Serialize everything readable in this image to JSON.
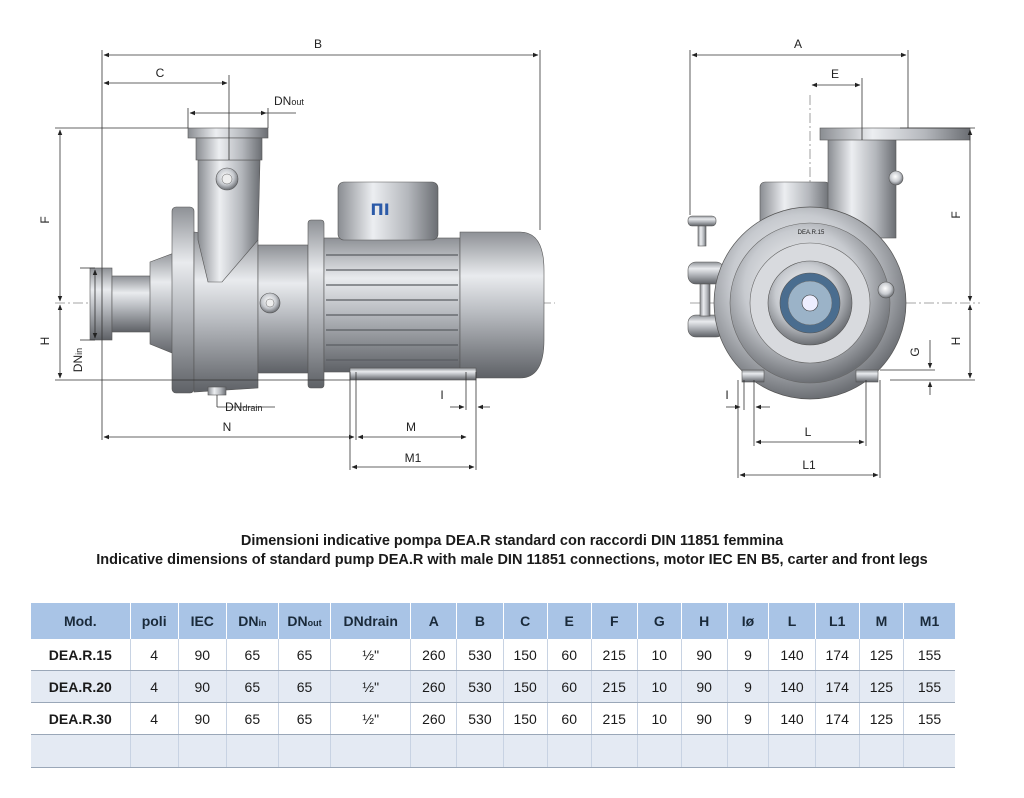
{
  "drawing": {
    "side_view_labels": {
      "B": "B",
      "C": "C",
      "DNout": "DN",
      "DNout_sub": "out",
      "F": "F",
      "H": "H",
      "DNin": "DN",
      "DNin_sub": "in",
      "DNdrain": "DN",
      "DNdrain_sub": "drain",
      "N": "N",
      "M": "M",
      "M1": "M1",
      "I": "I"
    },
    "front_view_labels": {
      "A": "A",
      "E": "E",
      "F": "F",
      "H": "H",
      "G": "G",
      "I": "I",
      "L": "L",
      "L1": "L1"
    },
    "pump_plate_text": "DEA.R.15"
  },
  "caption": {
    "line1": "Dimensioni indicative pompa DEA.R standard con raccordi DIN 11851 femmina",
    "line2": "Indicative dimensions of standard pump DEA.R with male DIN 11851 connections, motor IEC EN B5, carter and front legs"
  },
  "table": {
    "headers": [
      "Mod.",
      "poli",
      "IEC",
      "DN",
      "DN",
      "DNdrain",
      "A",
      "B",
      "C",
      "E",
      "F",
      "G",
      "H",
      "Iø",
      "L",
      "L1",
      "M",
      "M1"
    ],
    "header_subs": [
      "",
      "",
      "",
      "in",
      "out",
      "",
      "",
      "",
      "",
      "",
      "",
      "",
      "",
      "",
      "",
      "",
      "",
      ""
    ],
    "rows": [
      [
        "DEA.R.15",
        "4",
        "90",
        "65",
        "65",
        "½\"",
        "260",
        "530",
        "150",
        "60",
        "215",
        "10",
        "90",
        "9",
        "140",
        "174",
        "125",
        "155"
      ],
      [
        "DEA.R.20",
        "4",
        "90",
        "65",
        "65",
        "½\"",
        "260",
        "530",
        "150",
        "60",
        "215",
        "10",
        "90",
        "9",
        "140",
        "174",
        "125",
        "155"
      ],
      [
        "DEA.R.30",
        "4",
        "90",
        "65",
        "65",
        "½\"",
        "260",
        "530",
        "150",
        "60",
        "215",
        "10",
        "90",
        "9",
        "140",
        "174",
        "125",
        "155"
      ]
    ]
  },
  "colors": {
    "header_bg": "#a9c4e6",
    "alt_row_bg": "#e4eaf3"
  }
}
